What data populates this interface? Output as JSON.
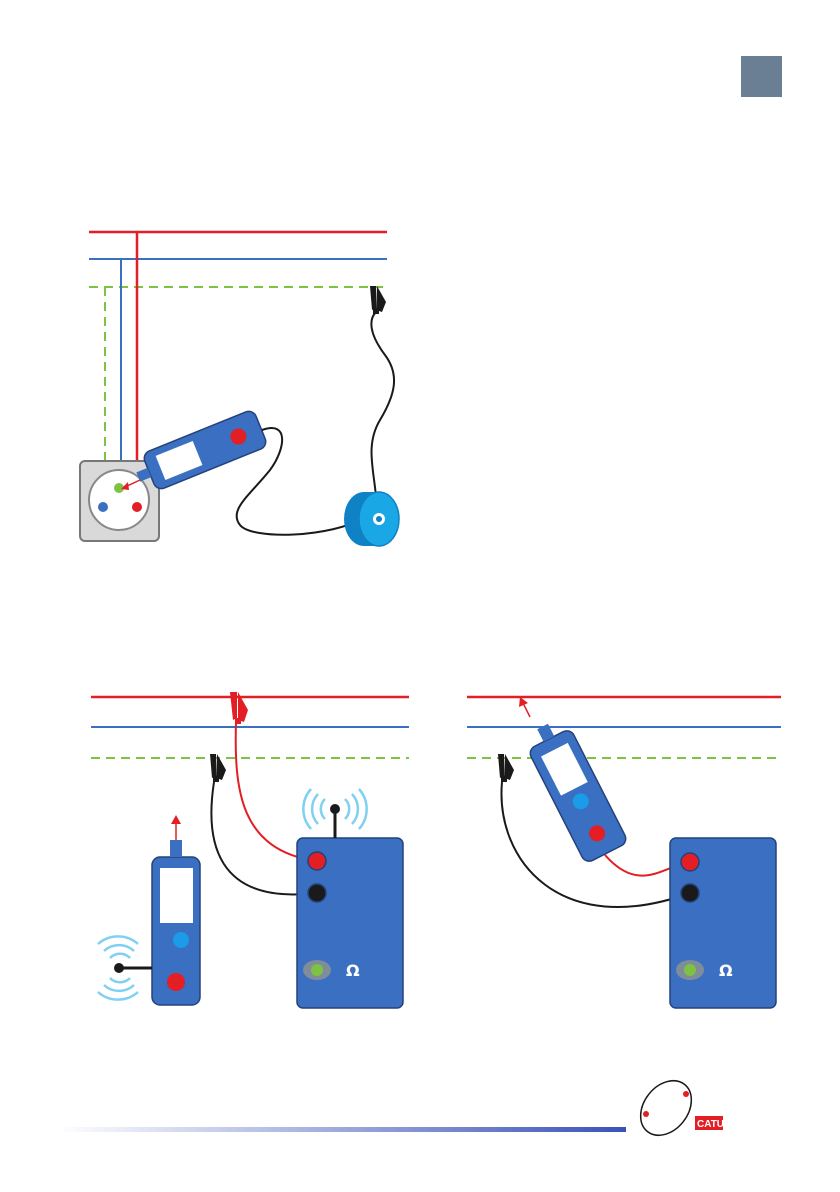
{
  "colors": {
    "phase": "#e31e24",
    "neutral": "#3a6fc1",
    "earth": "#7dc242",
    "device_body": "#3a6fc1",
    "reel": "#1aa7e6",
    "terminal_red": "#e31e24",
    "terminal_black": "#1a1a1a",
    "terminal_blue": "#1b9be8",
    "indicator_green": "#7dc242",
    "corner_square": "#6b7f94",
    "footer_bar_start": "#ffffff",
    "footer_bar_end": "#3a52b8"
  },
  "icons": {
    "clip": "alligator-clip-icon",
    "wireless": "wireless-signal-icon",
    "probe_arrow": "arrow-up-icon",
    "logo": "catu-logo"
  },
  "right_instrument": {
    "symbol": "Ω"
  },
  "left_instrument": {
    "symbol": "Ω"
  },
  "logo": {
    "text": "CATU"
  }
}
